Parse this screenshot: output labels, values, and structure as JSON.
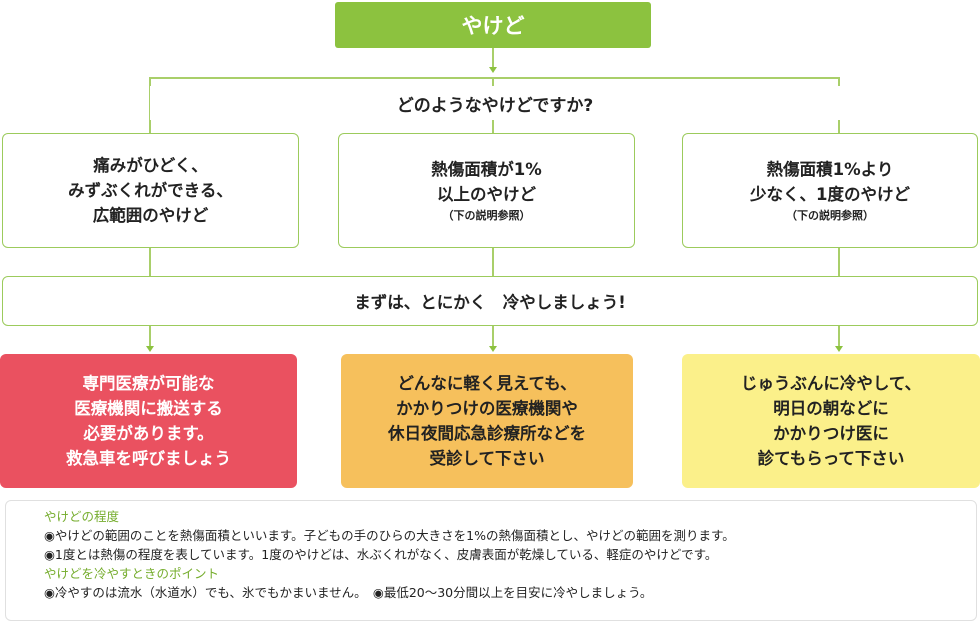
{
  "title": "やけど",
  "question": "どのようなやけどですか?",
  "conditions": [
    {
      "lines": [
        "痛みがひどく、",
        "みずぶくれができる、",
        "広範囲のやけど"
      ],
      "note": ""
    },
    {
      "lines": [
        "熱傷面積が1%",
        "以上のやけど"
      ],
      "note": "（下の説明参照）"
    },
    {
      "lines": [
        "熱傷面積1%より",
        "少なく、1度のやけど"
      ],
      "note": "（下の説明参照）"
    }
  ],
  "cool_message": "まずは、とにかく　冷やしましょう!",
  "actions": [
    {
      "lines": [
        "専門医療が可能な",
        "医療機関に搬送する",
        "必要があります。",
        "救急車を呼びましょう"
      ]
    },
    {
      "lines": [
        "どんなに軽く見えても、",
        "かかりつけの医療機関や",
        "休日夜間応急診療所などを",
        "受診して下さい"
      ]
    },
    {
      "lines": [
        "じゅうぶんに冷やして、",
        "明日の朝などに",
        "かかりつけ医に",
        "診てもらって下さい"
      ]
    }
  ],
  "notes": {
    "degree_heading": "やけどの程度",
    "degree_items": [
      "◉やけどの範囲のことを熱傷面積といいます。子どもの手のひらの大きさを1%の熱傷面積とし、やけどの範囲を測ります。",
      "◉1度とは熱傷の程度を表しています。1度のやけどは、水ぶくれがなく、皮膚表面が乾燥している、軽症のやけどです。"
    ],
    "cooling_heading": "やけどを冷やすときのポイント",
    "cooling_items": "◉冷やすのは流水（水道水）でも、氷でもかまいません。　◉最低20～30分間以上を目安に冷やしましょう。"
  },
  "colors": {
    "title_bg": "#8cc23f",
    "border": "#9ccb5c",
    "action_red": "#ea5160",
    "action_orange": "#f6c05c",
    "action_yellow": "#fbf08a",
    "note_heading": "#76ad2e"
  }
}
